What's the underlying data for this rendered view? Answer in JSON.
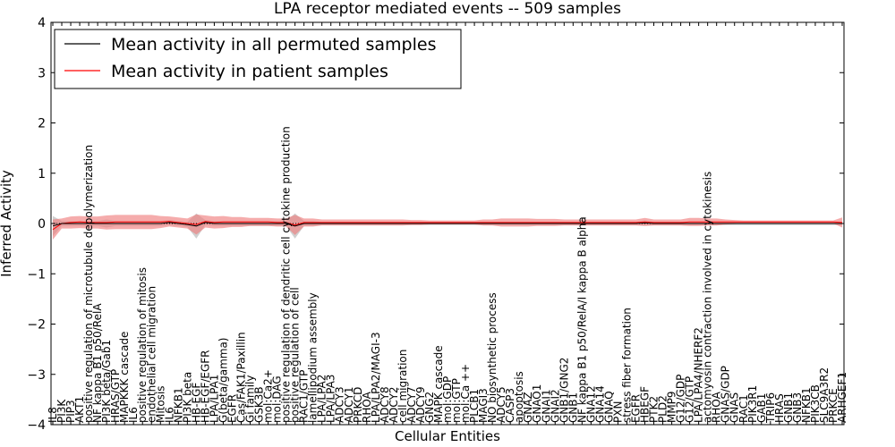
{
  "chart_data": {
    "type": "line",
    "title": "LPA receptor mediated events -- 509 samples",
    "xlabel": "Cellular Entities",
    "ylabel": "Inferred Activity",
    "ylim": [
      -4,
      4
    ],
    "yticks": [
      "−4",
      "−3",
      "−2",
      "−1",
      "0",
      "1",
      "2",
      "3",
      "4"
    ],
    "grid": false,
    "legend": {
      "placement": "top-left",
      "entries": [
        {
          "label": "Mean activity in all permuted samples",
          "color": "#000000"
        },
        {
          "label": "Mean activity in patient samples",
          "color": "#ff0000"
        }
      ]
    },
    "colors": {
      "permuted_line": "#000000",
      "permuted_band": "#bbbbbb",
      "patient_line": "#ff0000",
      "patient_band": "#f08080"
    },
    "categories": [
      "IL8",
      "PI3K",
      "PIP3",
      "AKT1",
      "positive regulation of microtubule depolymerization",
      "NF kappa B1 p50/RelA",
      "PI3K beta/Gab1",
      "HRAS/GTP",
      "MAPKKK cascade",
      "IL6",
      "positive regulation of mitosis",
      "endothelial cell migration",
      "Mitosis",
      "IL6",
      "NFKB1",
      "PI3K beta",
      "HB-EGF",
      "HB-EGF/EGFR",
      "LPA/LPA1",
      "G(beta/gamma)",
      "EGFR",
      "Cas/FAK1/Paxillin",
      "Gi family",
      "GSK3B",
      "mol:Ca2+",
      "mol:DAG",
      "positive regulation of dendritic cell cytokine production",
      "positive regulation of cell",
      "RAC1/GTP",
      "lamellipodium assembly",
      "LPA/LPA2",
      "LPA/LPA3",
      "ADCY3",
      "ADCY1",
      "PRKCD",
      "RHOA",
      "LPA/LPA2/MAGI-3",
      "ADCY8",
      "ADCY2",
      "cell migration",
      "ADCY7",
      "ADCY9",
      "GNG2",
      "MAPK cascade",
      "mol:GDP",
      "mol:GTP",
      "mol:Ca ++",
      "PLCB1",
      "MAGI3",
      "NO biosynthetic process",
      "ADCY5",
      "CASP3",
      "apoptosis",
      "GNAZ",
      "GNAO1",
      "GNAI1",
      "GNAI2",
      "GNB1/GNG2",
      "GNB1",
      "NF kappa B1 p50/RelA/I kappa B alpha",
      "GNA12",
      "GNA14",
      "GNAQ",
      "PXN",
      "stress fiber formation",
      "EGFR",
      "HBEGF",
      "PTK2",
      "PLD2",
      "MMP9",
      "G12/GDP",
      "G12/GTP",
      "LPA/LPA4/NHERF2",
      "actomyosin contraction involved in cytokinesis",
      "RHOA",
      "GNAS/GDP",
      "GNAS",
      "RAC1",
      "PIK3R1",
      "GAB1",
      "TRIP6",
      "HRAS",
      "GNB1",
      "GNB3",
      "NFKB1",
      "PIK3CB",
      "SLC9A3R2",
      "PRKCE",
      "ARHGEF1"
    ],
    "series": [
      {
        "name": "Mean activity in all permuted samples",
        "values": [
          -0.05,
          0.0,
          0.0,
          0.0,
          0.0,
          0.0,
          0.0,
          0.0,
          0.0,
          0.0,
          0.0,
          0.0,
          0.0,
          0.02,
          0.0,
          -0.02,
          -0.05,
          0.02,
          0.0,
          0.0,
          0.0,
          0.0,
          0.0,
          0.0,
          0.0,
          0.0,
          0.0,
          -0.05,
          0.0,
          0.0,
          0.0,
          0.0,
          0.0,
          0.0,
          0.0,
          0.0,
          0.0,
          0.0,
          0.0,
          0.0,
          0.0,
          0.0,
          0.0,
          0.0,
          0.0,
          0.0,
          0.0,
          0.0,
          0.0,
          0.0,
          0.0,
          0.0,
          0.0,
          0.0,
          0.0,
          0.0,
          0.0,
          0.0,
          0.0,
          0.0,
          0.0,
          0.0,
          0.0,
          0.0,
          0.0,
          0.0,
          0.01,
          0.0,
          0.0,
          0.0,
          0.0,
          0.0,
          0.0,
          0.0,
          0.0,
          0.0,
          0.0,
          0.0,
          0.0,
          0.0,
          0.0,
          0.0,
          0.0,
          0.0,
          0.0,
          0.0,
          0.0,
          0.0,
          0.0
        ],
        "spread": [
          0.2,
          0.05,
          0.05,
          0.05,
          0.05,
          0.05,
          0.08,
          0.05,
          0.05,
          0.05,
          0.05,
          0.05,
          0.05,
          0.05,
          0.05,
          0.05,
          0.25,
          0.05,
          0.05,
          0.05,
          0.05,
          0.05,
          0.05,
          0.05,
          0.05,
          0.05,
          0.05,
          0.25,
          0.05,
          0.05,
          0.03,
          0.03,
          0.03,
          0.03,
          0.03,
          0.03,
          0.03,
          0.03,
          0.03,
          0.03,
          0.03,
          0.03,
          0.03,
          0.03,
          0.03,
          0.03,
          0.03,
          0.03,
          0.03,
          0.03,
          0.03,
          0.03,
          0.03,
          0.03,
          0.03,
          0.03,
          0.03,
          0.03,
          0.03,
          0.03,
          0.03,
          0.03,
          0.03,
          0.03,
          0.03,
          0.03,
          0.05,
          0.03,
          0.03,
          0.03,
          0.03,
          0.03,
          0.03,
          0.03,
          0.03,
          0.03,
          0.03,
          0.03,
          0.03,
          0.03,
          0.03,
          0.03,
          0.03,
          0.03,
          0.03,
          0.03,
          0.03,
          0.03,
          0.03
        ]
      },
      {
        "name": "Mean activity in patient samples",
        "values": [
          -0.12,
          0.0,
          0.02,
          0.03,
          0.02,
          0.02,
          0.02,
          0.03,
          0.03,
          0.03,
          0.03,
          0.03,
          0.03,
          0.04,
          0.02,
          0.0,
          -0.02,
          0.04,
          0.02,
          0.03,
          0.03,
          0.03,
          0.03,
          0.03,
          0.03,
          0.02,
          0.02,
          -0.03,
          0.02,
          0.02,
          0.02,
          0.02,
          0.02,
          0.02,
          0.02,
          0.02,
          0.02,
          0.02,
          0.02,
          0.02,
          0.02,
          0.02,
          0.02,
          0.02,
          0.02,
          0.02,
          0.02,
          0.02,
          0.02,
          0.02,
          0.02,
          0.02,
          0.02,
          0.02,
          0.02,
          0.02,
          0.02,
          0.02,
          0.02,
          0.02,
          0.02,
          0.02,
          0.02,
          0.02,
          0.02,
          0.02,
          0.03,
          0.02,
          0.02,
          0.02,
          0.02,
          0.03,
          0.03,
          0.03,
          0.03,
          0.03,
          0.03,
          0.03,
          0.03,
          0.03,
          0.03,
          0.03,
          0.03,
          0.03,
          0.03,
          0.03,
          0.03,
          0.03,
          0.02
        ],
        "spread": [
          0.2,
          0.1,
          0.12,
          0.12,
          0.12,
          0.12,
          0.14,
          0.14,
          0.14,
          0.14,
          0.14,
          0.14,
          0.12,
          0.1,
          0.1,
          0.1,
          0.2,
          0.12,
          0.12,
          0.12,
          0.1,
          0.1,
          0.08,
          0.08,
          0.08,
          0.08,
          0.08,
          0.2,
          0.08,
          0.08,
          0.06,
          0.06,
          0.06,
          0.06,
          0.06,
          0.06,
          0.06,
          0.06,
          0.06,
          0.06,
          0.05,
          0.05,
          0.04,
          0.04,
          0.04,
          0.04,
          0.04,
          0.04,
          0.06,
          0.06,
          0.08,
          0.08,
          0.08,
          0.08,
          0.07,
          0.07,
          0.07,
          0.06,
          0.06,
          0.06,
          0.06,
          0.06,
          0.06,
          0.06,
          0.06,
          0.06,
          0.08,
          0.06,
          0.06,
          0.06,
          0.06,
          0.08,
          0.08,
          0.07,
          0.07,
          0.05,
          0.04,
          0.03,
          0.03,
          0.03,
          0.03,
          0.03,
          0.03,
          0.03,
          0.03,
          0.03,
          0.03,
          0.03,
          0.1
        ]
      }
    ]
  }
}
